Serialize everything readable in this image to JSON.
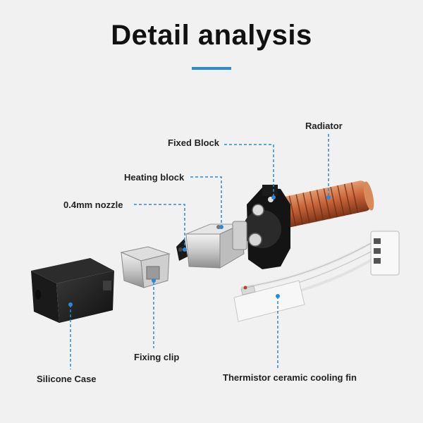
{
  "title": "Detail analysis",
  "colors": {
    "accent": "#2a8ad8",
    "copper": "#c8643a",
    "silicone": "#1e1e1e",
    "steel": "#c9c9c9",
    "fixed_block": "#111111"
  },
  "labels": {
    "radiator": "Radiator",
    "fixed_block": "Fixed Block",
    "heating_block": "Heating block",
    "nozzle": "0.4mm nozzle",
    "fixing_clip": "Fixing clip",
    "silicone_case": "Silicone Case",
    "thermistor": "Thermistor ceramic cooling fin"
  }
}
